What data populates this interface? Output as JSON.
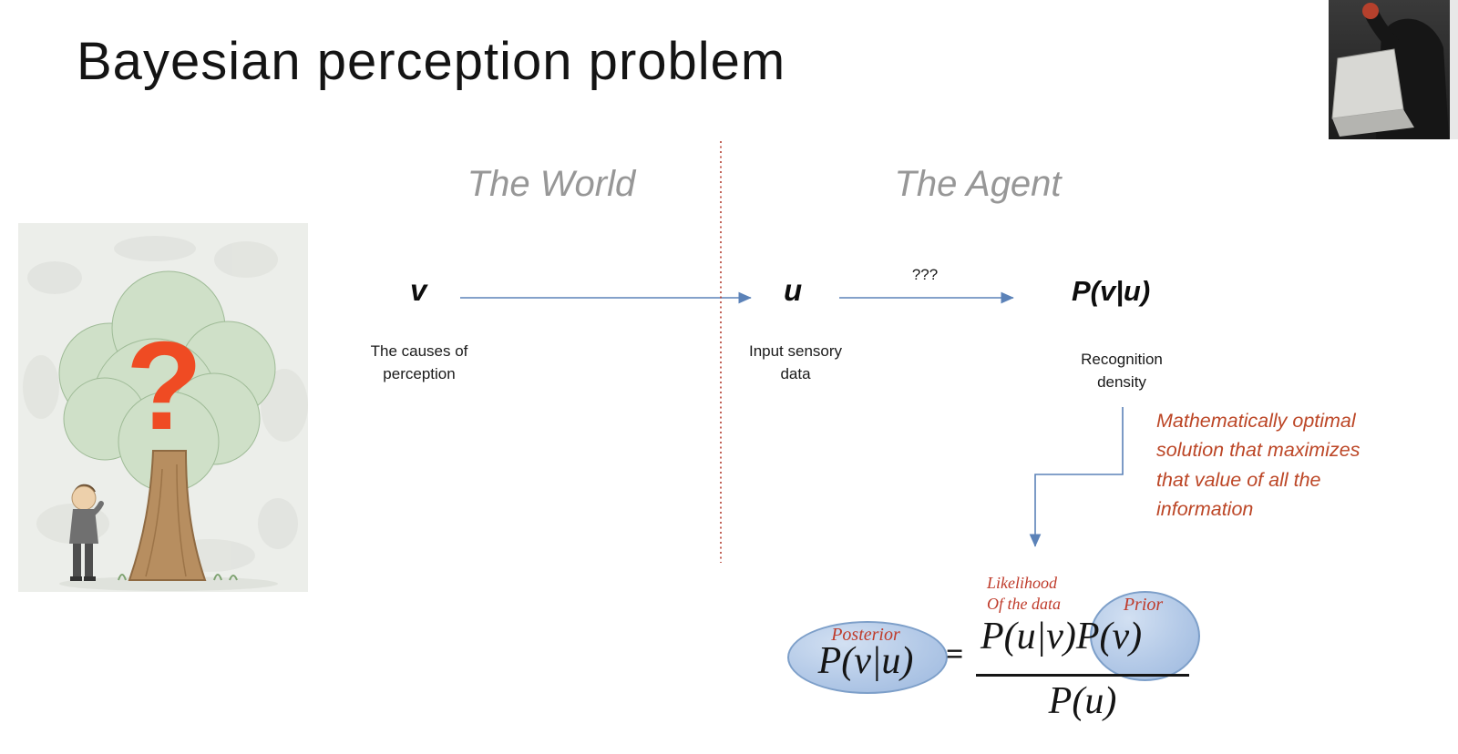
{
  "slide": {
    "title": "Bayesian perception problem",
    "sections": {
      "world": "The World",
      "agent": "The Agent"
    },
    "nodes": {
      "v": {
        "symbol": "v",
        "caption": "The causes of\nperception"
      },
      "u": {
        "symbol": "u",
        "caption": "Input sensory\ndata"
      },
      "recognition": {
        "symbol": "P(v|u)",
        "caption": "Recognition\ndensity"
      }
    },
    "arrow_label": "???",
    "optimal_note": "Mathematically optimal\nsolution that maximizes\nthat value of all the\ninformation",
    "illustration": {
      "question_mark": "?"
    },
    "formula": {
      "posterior_label": "Posterior",
      "posterior_term": "P(v|u)",
      "equals": "=",
      "likelihood_label": "Likelihood\nOf the data",
      "likelihood_term": "P(u|v)",
      "prior_label": "Prior",
      "prior_term": "P(v)",
      "denominator_term": "P(u)"
    }
  },
  "colors": {
    "arrow_blue": "#5b82b8",
    "divider_red": "#b23b2e",
    "note_red": "#bc4626",
    "label_red": "#bf3b2b",
    "question_orange": "#ef4b23",
    "heading_gray": "#979797",
    "bubble_fill": "#b3c9e7",
    "bubble_border": "#7d9fc9"
  }
}
